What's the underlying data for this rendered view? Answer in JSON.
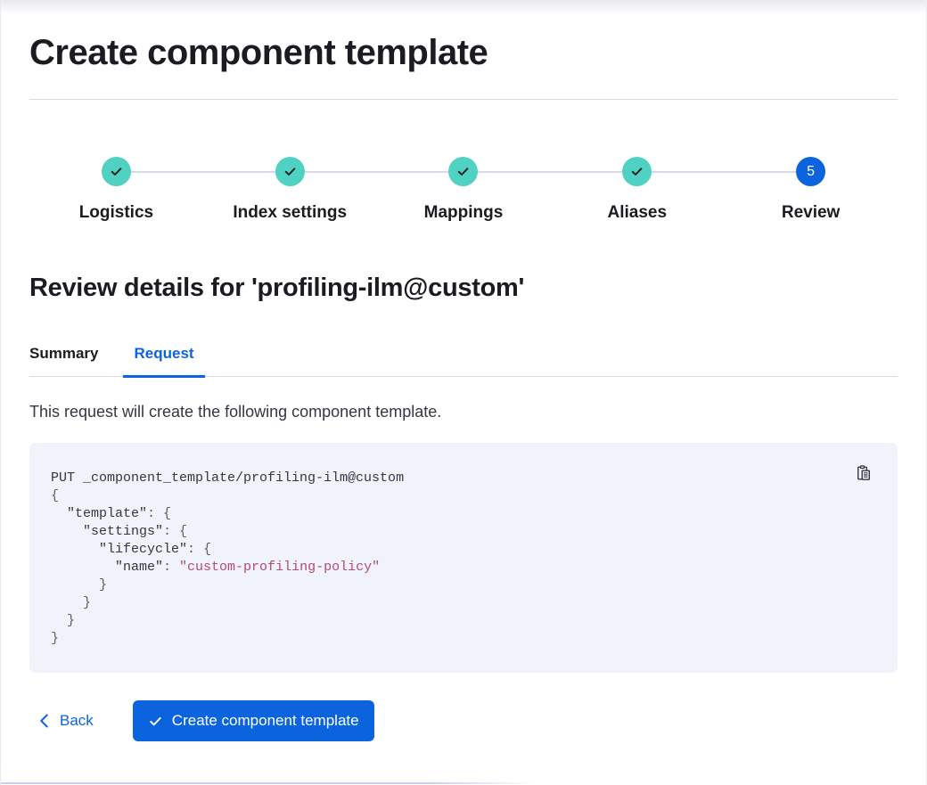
{
  "page": {
    "title": "Create component template"
  },
  "stepper": {
    "steps": [
      {
        "label": "Logistics",
        "status": "complete"
      },
      {
        "label": "Index settings",
        "status": "complete"
      },
      {
        "label": "Mappings",
        "status": "complete"
      },
      {
        "label": "Aliases",
        "status": "complete"
      },
      {
        "label": "Review",
        "status": "current",
        "number": "5"
      }
    ]
  },
  "review": {
    "heading": "Review details for 'profiling-ilm@custom'",
    "tabs": [
      {
        "label": "Summary",
        "active": false
      },
      {
        "label": "Request",
        "active": true
      }
    ],
    "description": "This request will create the following component template."
  },
  "code": {
    "copy_icon": "copy-clipboard-icon",
    "lines": [
      [
        {
          "t": "PUT _component_template/profiling-ilm@custom",
          "c": "plain"
        }
      ],
      [
        {
          "t": "{",
          "c": "brace"
        }
      ],
      [
        {
          "t": "  ",
          "c": "plain"
        },
        {
          "t": "\"template\"",
          "c": "plain"
        },
        {
          "t": ": ",
          "c": "brace"
        },
        {
          "t": "{",
          "c": "brace"
        }
      ],
      [
        {
          "t": "    ",
          "c": "plain"
        },
        {
          "t": "\"settings\"",
          "c": "plain"
        },
        {
          "t": ": ",
          "c": "brace"
        },
        {
          "t": "{",
          "c": "brace"
        }
      ],
      [
        {
          "t": "      ",
          "c": "plain"
        },
        {
          "t": "\"lifecycle\"",
          "c": "plain"
        },
        {
          "t": ": ",
          "c": "brace"
        },
        {
          "t": "{",
          "c": "brace"
        }
      ],
      [
        {
          "t": "        ",
          "c": "plain"
        },
        {
          "t": "\"name\"",
          "c": "plain"
        },
        {
          "t": ": ",
          "c": "brace"
        },
        {
          "t": "\"custom-profiling-policy\"",
          "c": "string"
        }
      ],
      [
        {
          "t": "      ",
          "c": "plain"
        },
        {
          "t": "}",
          "c": "brace"
        }
      ],
      [
        {
          "t": "    ",
          "c": "plain"
        },
        {
          "t": "}",
          "c": "brace"
        }
      ],
      [
        {
          "t": "  ",
          "c": "plain"
        },
        {
          "t": "}",
          "c": "brace"
        }
      ],
      [
        {
          "t": "}",
          "c": "brace"
        }
      ]
    ]
  },
  "footer": {
    "back_label": "Back",
    "submit_label": "Create component template"
  },
  "colors": {
    "primary": "#0b64dd",
    "success": "#50d2c2",
    "code_background": "#f0f3fa",
    "code_string": "#b54a74",
    "text_dark": "#1a1c21",
    "text_body": "#343741"
  }
}
